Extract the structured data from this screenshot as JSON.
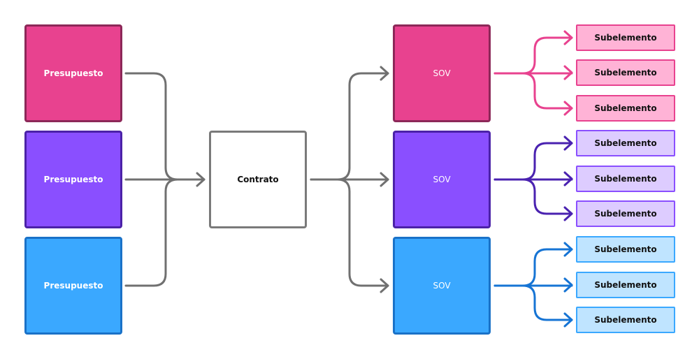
{
  "colors": {
    "pink": "#e8428f",
    "pink_border": "#8c2858",
    "pink_light": "#ffb3d6",
    "pink_line": "#e8428f",
    "purple": "#8a4fff",
    "purple_border": "#4b22a8",
    "purple_light": "#ddccff",
    "purple_line": "#4a22b0",
    "blue": "#3aa8ff",
    "blue_border": "#1a72c8",
    "blue_light": "#bfe4ff",
    "blue_line": "#1674d4",
    "gray_line": "#707070"
  },
  "budgets": [
    {
      "label": "Presupuesto",
      "color": "pink"
    },
    {
      "label": "Presupuesto",
      "color": "purple"
    },
    {
      "label": "Presupuesto",
      "color": "blue"
    }
  ],
  "contract": {
    "label": "Contrato"
  },
  "sovs": [
    {
      "label": "SOV",
      "color": "pink",
      "subelements": [
        "Subelemento",
        "Subelemento",
        "Subelemento"
      ]
    },
    {
      "label": "SOV",
      "color": "purple",
      "subelements": [
        "Subelemento",
        "Subelemento",
        "Subelemento"
      ]
    },
    {
      "label": "SOV",
      "color": "blue",
      "subelements": [
        "Subelemento",
        "Subelemento",
        "Subelemento"
      ]
    }
  ]
}
